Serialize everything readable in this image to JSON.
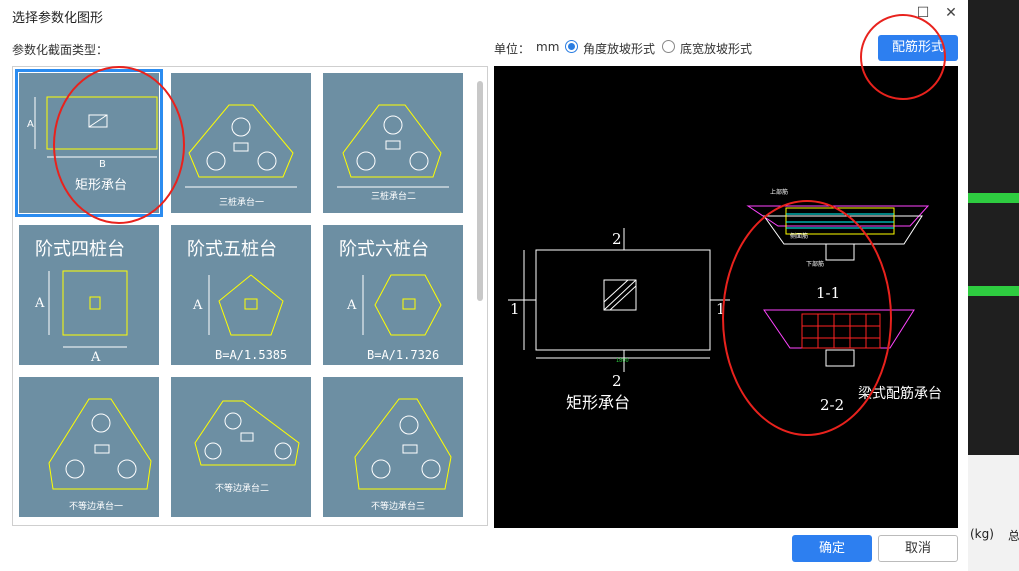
{
  "dialog": {
    "title": "选择参数化图形",
    "section_label": "参数化截面类型：",
    "unit_label": "单位：",
    "unit_value": "mm",
    "radio_angle": "角度放坡形式",
    "radio_width": "底宽放坡形式",
    "rebar_button": "配筋形式",
    "ok_button": "确定",
    "cancel_button": "取消"
  },
  "tiles": [
    {
      "label": "矩形承台",
      "A": "A",
      "B": "B"
    },
    {
      "label": "三桩承台一"
    },
    {
      "label": "三桩承台二"
    },
    {
      "label": "阶式四桩台",
      "A": "A",
      "B": "A"
    },
    {
      "label": "阶式五桩台",
      "A": "A",
      "B": "B=A/1.5385"
    },
    {
      "label": "阶式六桩台",
      "A": "A",
      "B": "B=A/1.7326"
    },
    {
      "label": "不等边承台一"
    },
    {
      "label": "不等边承台二"
    },
    {
      "label": "不等边承台三"
    }
  ],
  "preview": {
    "label_main": "矩形承台",
    "label_rebar": "梁式配筋承台",
    "sec_11": "1-1",
    "sec_22": "2-2",
    "mark_1": "1",
    "mark_2": "2",
    "dim": "1800",
    "top_bar": "上部筋",
    "bottom_bar": "下部筋",
    "side_bar": "侧面筋"
  },
  "sidebar": {
    "kg": "(kg)",
    "total": "总"
  }
}
